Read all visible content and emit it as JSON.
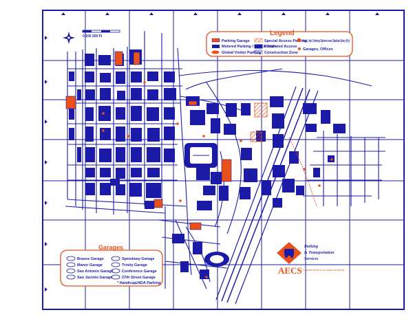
{
  "colors": {
    "blue": "#1b1ba8",
    "orange": "#e8501c",
    "background": "#ffffff"
  },
  "legend": {
    "title": "Legend",
    "items": [
      {
        "label": "Parking Garage",
        "swatch": "orange-box"
      },
      {
        "label": "Special Access Parking",
        "swatch": "hatched-orange"
      },
      {
        "label": "Metered Parking / Paid & Stalls",
        "swatch": "blue-box"
      },
      {
        "label": "Restricted Access",
        "swatch": "blue-box-outline"
      },
      {
        "label": "Global Visitor Parking",
        "swatch": "orange-oval"
      },
      {
        "label": "Construction Zone",
        "swatch": "hatched-blue"
      },
      {
        "label": "Hotel, Apt, Parking Options near Stadium Entry (Fri)",
        "swatch": "red-mark"
      },
      {
        "label": "Garages, Offices",
        "swatch": "orange-dot"
      }
    ]
  },
  "garages": {
    "title": "Garages",
    "items": [
      {
        "label": "Brazos Garage"
      },
      {
        "label": "Manor Garage"
      },
      {
        "label": "San Antonio Garage"
      },
      {
        "label": "San Jacinto Garage"
      },
      {
        "label": "Speedway Garage"
      },
      {
        "label": "Trinity Garage"
      },
      {
        "label": "Conference Garage"
      },
      {
        "label": "27th Street Garage"
      }
    ],
    "footnote": "* Handicap/ADA Parking"
  },
  "logo": {
    "line1": "Parking",
    "line2": "& Transportation",
    "line3": "Services",
    "brand": "AECS",
    "tagline": "Customer service is our number one priority"
  },
  "map": {
    "compass_icon": "compass-rose-icon",
    "scale_label": "0  100  200 Ft"
  }
}
